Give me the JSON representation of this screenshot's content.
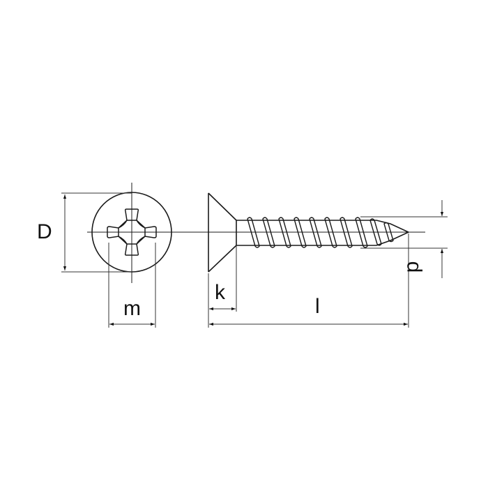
{
  "drawing": {
    "title": "Countersunk Phillips wood screw dimension drawing",
    "line_color": "#1a1a1a",
    "dim_line_color": "#555555",
    "background": "#ffffff"
  },
  "labels": {
    "head_diameter": "D",
    "recess_width": "m",
    "head_height": "k",
    "length": "l",
    "thread_diameter": "d"
  },
  "views": [
    {
      "name": "top-view",
      "description": "Head with Phillips cross recess"
    },
    {
      "name": "side-view",
      "description": "Countersunk head, threaded shank, pointed tip"
    }
  ]
}
